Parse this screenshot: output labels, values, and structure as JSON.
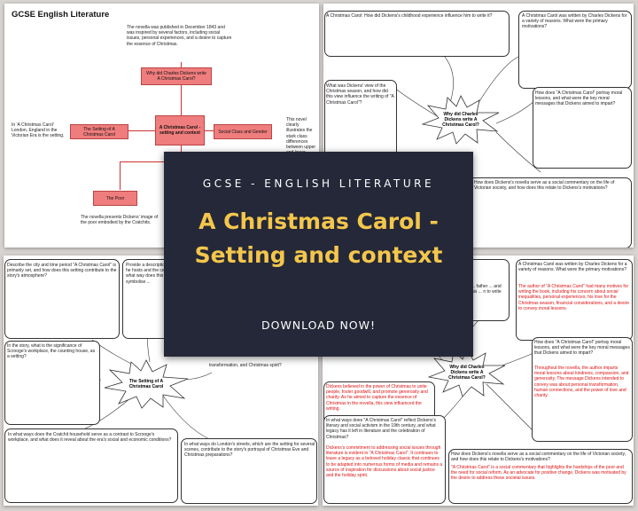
{
  "banner": {
    "subtitle": "GCSE - ENGLISH LITERATURE",
    "title": "A Christmas Carol - Setting and context",
    "cta": "DOWNLOAD NOW!"
  },
  "sheet1": {
    "title": "GCSE English Literature",
    "top_note": "The novella was published in December 1843 and was inspired by several factors, including social issues, personal experiences, and a desire to capture the essence of Christmas.",
    "left_note": "In 'A Christmas Carol' London, England in the Victorian Era is the setting.",
    "right_note": "This novel clearly illustrates the stark class differences between upper and lower classes.",
    "bottom_note": "The novella presents Dickens' image of the poor embodied by the Cratchits.",
    "nodes": {
      "why": "Why did Charles Dickens write A Christmas Carol?",
      "center": "A Christmas Carol - setting and context",
      "setting": "The Setting of A Christmas Carol",
      "class": "Social Class and Gender",
      "poor": "The Poor"
    }
  },
  "sheet2": {
    "q1": "A Christmas Carol: How did Dickens's childhood experience influence him to write it?",
    "q2": "A Christmas Carol was written by Charles Dickens for a variety of reasons. What were the primary motivations?",
    "q3": "What was Dickens' view of the Christmas season, and how did this view influence the writing of \"A Christmas Carol\"?",
    "q4": "How does \"A Christmas Carol\" portray moral lessons, and what were the key moral messages that Dickens aimed to impart?",
    "q5": "How does Dickens's novella serve as a social commentary on the life of Victorian society, and how does this relate to Dickens's motivations?",
    "star": "Why did Charles Dickens write A Christmas Carol?"
  },
  "sheet3": {
    "q1": "Describe the city and time period \"A Christmas Carol\" is primarily set, and how does this setting contribute to the story's atmosphere?",
    "q2": "Provide a description of where he hosts and the celebration. In what way does this setting symbolise ...",
    "q3": "In the story, what is the significance of Scrooge's workplace, the counting house, as a setting?",
    "q4": "In what ways does the Cratchit household serve as a contrast to Scrooge's workplace, and what does it reveal about the era's social and economic conditions?",
    "q5": "In what ways do London's streets, which are the setting for several scenes, contribute to the story's portrayal of Christmas Eve and Christmas preparations?",
    "q6": "transformation, and Christmas spirit?",
    "star": "The Setting of A Christmas Carol"
  },
  "sheet4": {
    "q1_frag": "... father ... and his ... n to write",
    "q2": "A Christmas Carol was written by Charles Dickens for a variety of reasons. What were the primary motivations?",
    "a2": "The author of \"A Christmas Carol\" had many motives for writing the book, including his concern about social inequalities, personal experiences, his love for the Christmas season, financial considerations, and a desire to convey moral lessons.",
    "a3": "Dickens believed in the power of Christmas to unite people, foster goodwill, and promote generosity and charity. As he aimed to capture the essence of Christmas in the novella, this view influenced the writing.",
    "q4": "How does \"A Christmas Carol\" portray moral lessons, and what were the key moral messages that Dickens aimed to impart?",
    "a4": "Throughout the novella, the author imparts moral lessons about kindness, compassion, and generosity. The message Dickens intended to convey was about personal transformation, human connections, and the power of love and charity.",
    "q5": "In what ways does \"A Christmas Carol\" reflect Dickens's literary and social activism in the 19th century, and what legacy has it left in literature and the celebration of Christmas?",
    "a5": "Dickens's commitment to addressing social issues through literature is evident in \"A Christmas Carol\". It continues to leave a legacy as a beloved holiday classic that continues to be adapted into numerous forms of media and remains a source of inspiration for discussions about social justice and the holiday spirit.",
    "q6": "How does Dickens's novella serve as a social commentary on the life of Victorian society, and how does this relate to Dickens's motivations?",
    "a6": "\"A Christmas Carol\" is a social commentary that highlights the hardships of the poor and the need for social reform. As an advocate for positive change, Dickens was motivated by the desire to address these societal issues.",
    "star": "Why did Charles Dickens write A Christmas Carol?"
  }
}
